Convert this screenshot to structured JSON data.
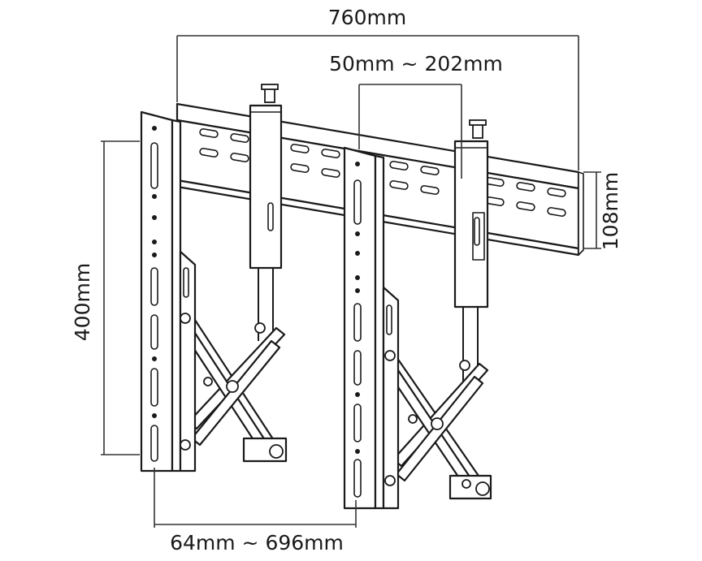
{
  "diagram": {
    "dimensions": {
      "overall_width": "760mm",
      "spacing_range": "50mm ~ 202mm",
      "rail_height": "108mm",
      "vertical_height": "400mm",
      "adjustment_range": "64mm ~ 696mm"
    }
  }
}
